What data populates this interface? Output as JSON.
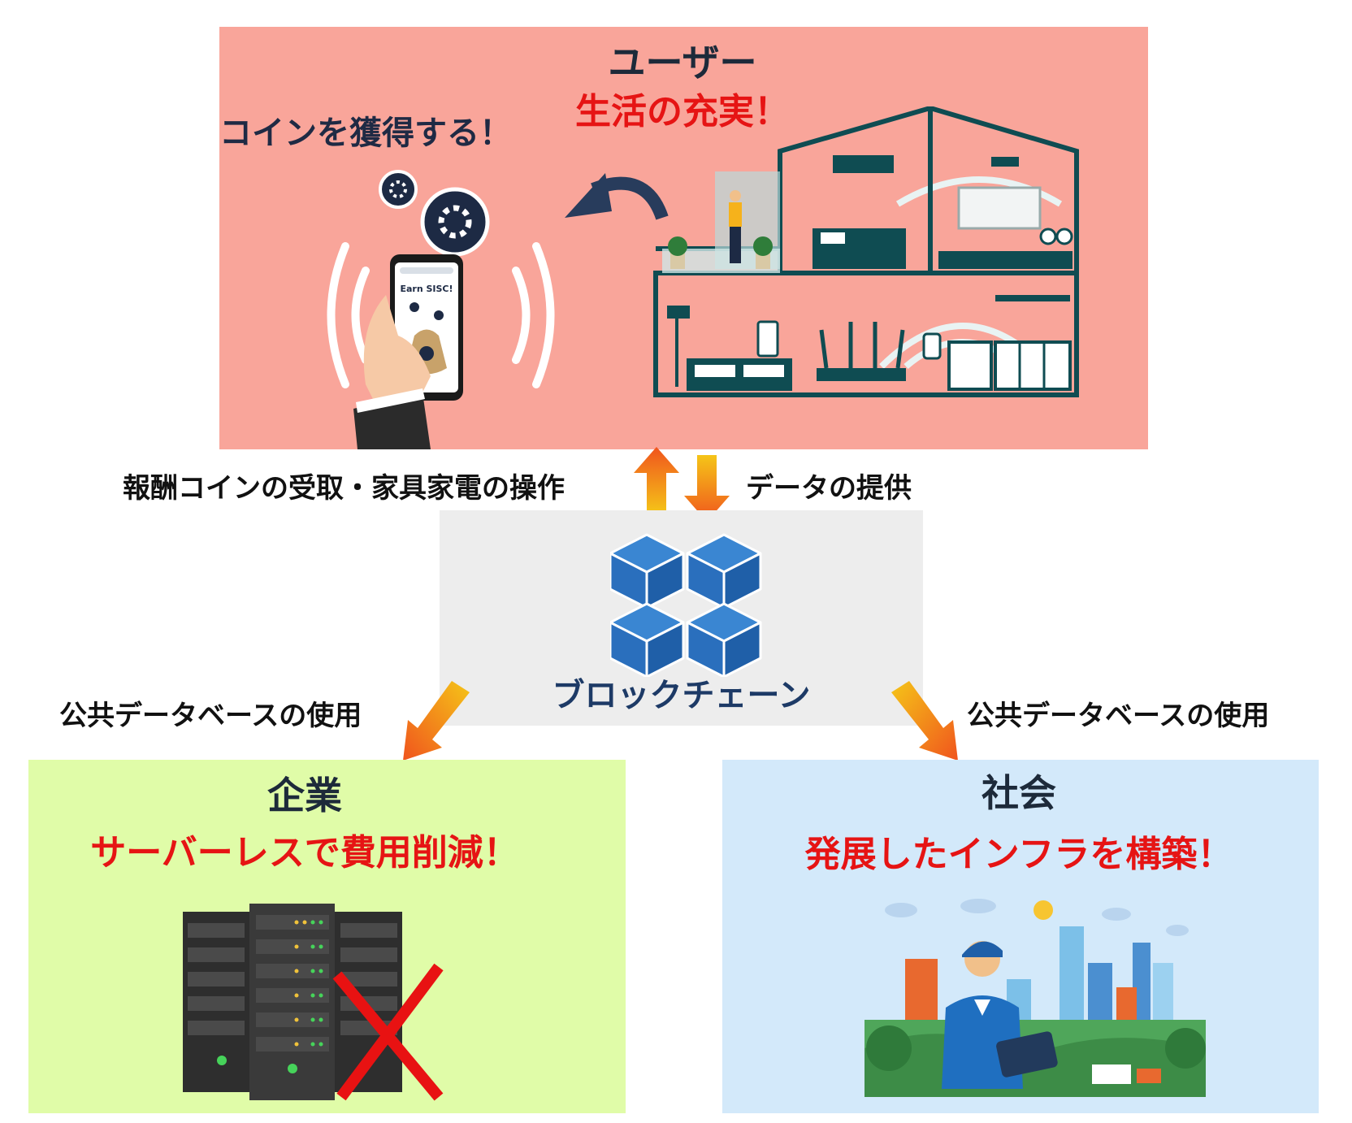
{
  "user": {
    "title": "ユーザー",
    "benefit": "生活の充実！",
    "coin_caption": "コインを獲得する！",
    "phone_text": "Earn SISC!"
  },
  "flows": {
    "up_label": "報酬コインの受取・家具家電の操作",
    "down_label": "データの提供",
    "left_label": "公共データベースの使用",
    "right_label": "公共データベースの使用"
  },
  "blockchain": {
    "label": "ブロックチェーン"
  },
  "company": {
    "title": "企業",
    "benefit": "サーバーレスで費用削減！"
  },
  "society": {
    "title": "社会",
    "benefit": "発展したインフラを構築！"
  },
  "colors": {
    "user_bg": "#f9a59a",
    "chain_bg": "#ededed",
    "company_bg": "#e0fca8",
    "society_bg": "#d3e9fa",
    "accent_red": "#e61414",
    "cube_blue": "#2a6fbd",
    "house_teal": "#0f4c52"
  }
}
